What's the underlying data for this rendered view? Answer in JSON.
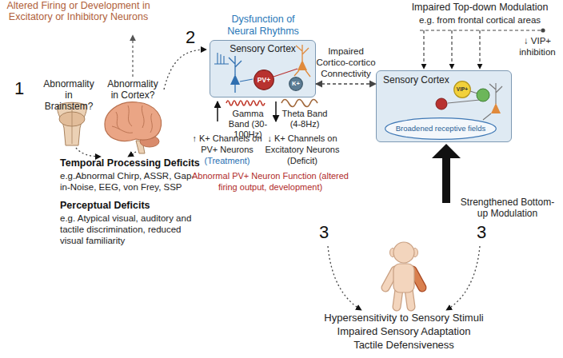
{
  "diagram": {
    "nodes": [
      {
        "text": [
          "Dysfunction of Neural Rhythms",
          "Sensory Cortex"
        ]
      },
      {
        "text": [
          "PV+"
        ],
        "in": 0
      },
      {
        "text": [
          "K+"
        ],
        "in": 0
      },
      {
        "text": [
          "Sensory Cortex"
        ]
      },
      {
        "text": [
          "VIP+"
        ],
        "in": 3
      },
      {
        "text": [
          "Broadened receptive fields"
        ],
        "in": 3
      }
    ],
    "edges": [
      {
        "from": 0,
        "to": 3,
        "label": "Impaired Cortico-cortico Connectivity",
        "arrow": "both"
      }
    ],
    "labels": [
      "Altered Firing or Development in Excitatory or Inhibitory Neurons",
      "1",
      "Abnormality in Brainstem?",
      "Abnormality in Cortex?",
      "2",
      "Temporal Processing Deficits",
      "e.g.Abnormal Chirp, ASSR, Gap-in-Noise, EEG, von Frey, SSP",
      "Perceptual Deficits",
      "e.g. Atypical visual, auditory and tactile discrimination, reduced visual familiarity",
      "Impaired Top-down Modulation",
      "e.g. from frontal cortical areas",
      "↓ VIP+ inhibition",
      "Gamma Band (30-100Hz)",
      "Theta Band (4-8Hz)",
      "↑ K+ Channels on PV+ Neurons",
      "(Treatment)",
      "↓ K+ Channels on Excitatory Neurons",
      "(Deficit)",
      "Abnormal PV+ Neuron Function (altered firing output, development)",
      "Strengthened Bottom-up Modulation",
      "3",
      "3",
      "Hypersensitivity to Sensory Stimuli",
      "Impaired Sensory Adaptation",
      "Tactile Defensiveness"
    ]
  }
}
